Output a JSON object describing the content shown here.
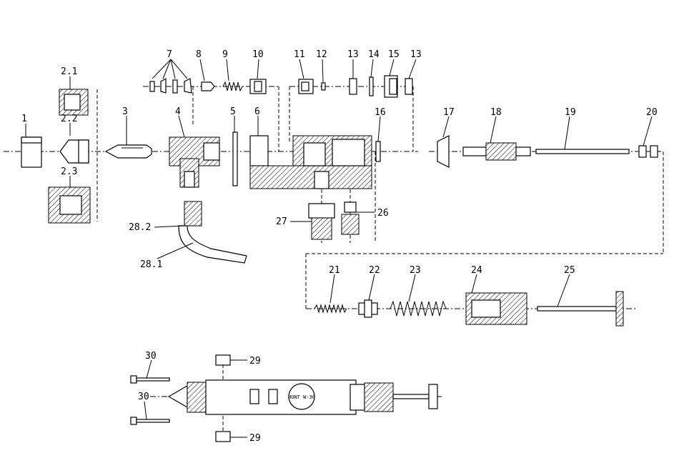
{
  "diagram": {
    "labels": {
      "p1": "1",
      "p2_1": "2.1",
      "p2_2": "2.2",
      "p2_3": "2.3",
      "p3": "3",
      "p4": "4",
      "p5": "5",
      "p6": "6",
      "p7": "7",
      "p8": "8",
      "p9": "9",
      "p10": "10",
      "p11": "11",
      "p12": "12",
      "p13a": "13",
      "p13b": "13",
      "p14": "14",
      "p15": "15",
      "p16": "16",
      "p17": "17",
      "p18": "18",
      "p19": "19",
      "p20": "20",
      "p21": "21",
      "p22": "22",
      "p23": "23",
      "p24": "24",
      "p25": "25",
      "p26": "26",
      "p27": "27",
      "p28_1": "28.1",
      "p28_2": "28.2",
      "p29a": "29",
      "p29b": "29",
      "p30a": "30",
      "p30b": "30"
    },
    "engraving": "HUNT W-30"
  }
}
